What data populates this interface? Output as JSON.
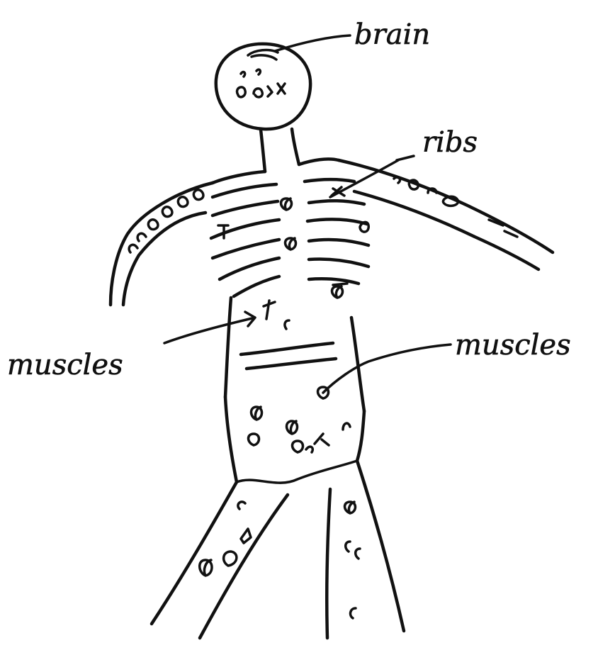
{
  "labels": {
    "brain": "brain",
    "ribs": "ribs",
    "muscles_left": "muscles",
    "muscles_right": "muscles"
  },
  "colors": {
    "ink": "#111111",
    "paper": "#ffffff"
  }
}
